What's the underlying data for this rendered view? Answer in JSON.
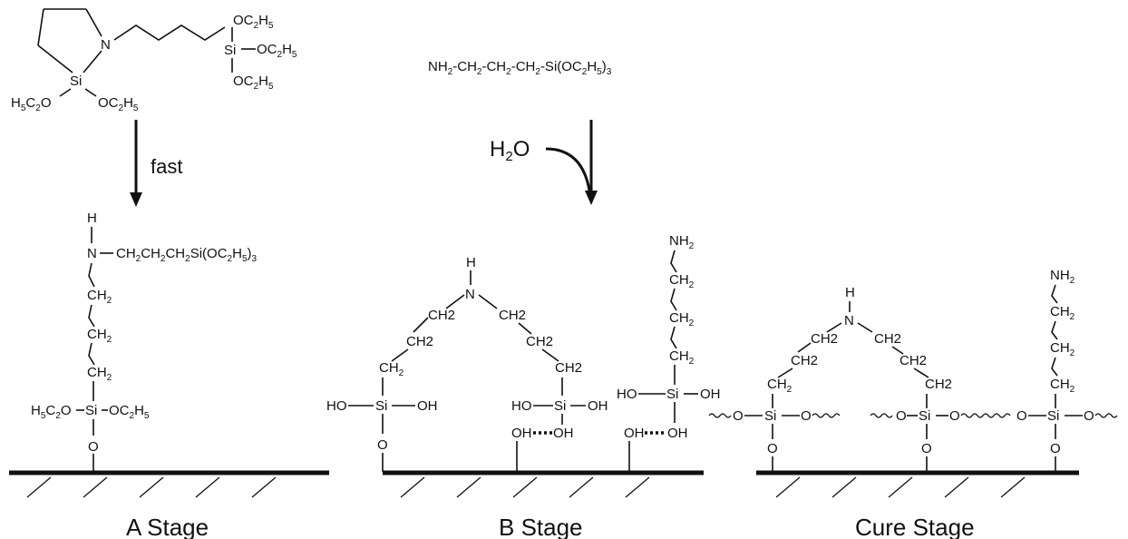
{
  "stages": {
    "a": "A Stage",
    "b": "B Stage",
    "cure": "Cure Stage"
  },
  "arrows": {
    "fast": "fast",
    "water": "H",
    "water_sub": "2",
    "water_tail": "O"
  },
  "reagents": {
    "cyclic_oet1": "OC",
    "aminosilane_nh": "NH",
    "aminosilane_ch": "CH",
    "aminosilane_si": "-Si(OC",
    "aminosilane_tail": "H",
    "aminosilane_close": ")"
  },
  "atoms": {
    "si": "Si",
    "n": "N",
    "h": "H",
    "o": "O",
    "ho": "HO",
    "oh": "OH",
    "ch": "CH",
    "ch2": "CH2",
    "sub2": "2",
    "sub3": "3",
    "sub5": "5",
    "oc": "OC",
    "h_left": "H",
    "c_left": "C",
    "o_left": "O"
  },
  "a_stage": {
    "side_chain": "CH",
    "side_chain_mid": "CH",
    "side_chain_si": "Si(OC",
    "side_chain_tail": "H"
  }
}
